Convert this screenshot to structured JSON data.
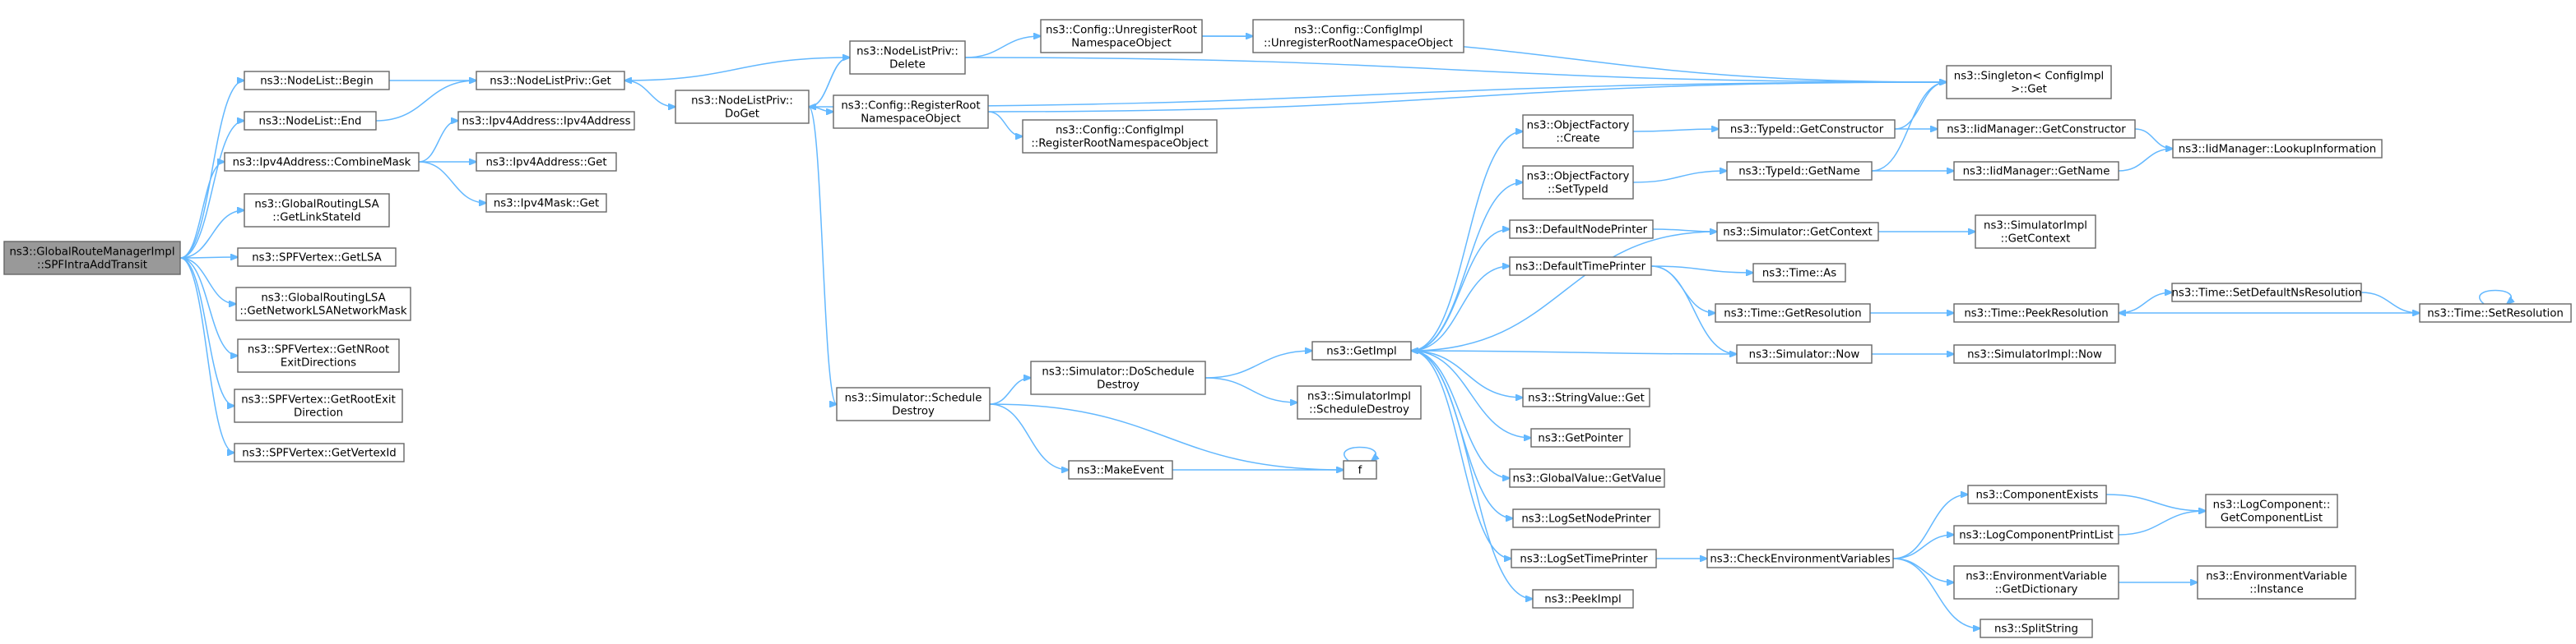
{
  "graph": {
    "nodes": [
      {
        "id": "root",
        "lines": [
          "ns3::GlobalRouteManagerImpl",
          "::SPFIntraAddTransit"
        ],
        "root": true
      },
      {
        "id": "nl_begin",
        "lines": [
          "ns3::NodeList::Begin"
        ]
      },
      {
        "id": "nl_end",
        "lines": [
          "ns3::NodeList::End"
        ]
      },
      {
        "id": "ipv4_cm",
        "lines": [
          "ns3::Ipv4Address::CombineMask"
        ]
      },
      {
        "id": "grlsa_link",
        "lines": [
          "ns3::GlobalRoutingLSA",
          "::GetLinkStateId"
        ]
      },
      {
        "id": "spf_getlsa",
        "lines": [
          "ns3::SPFVertex::GetLSA"
        ]
      },
      {
        "id": "grlsa_mask",
        "lines": [
          "ns3::GlobalRoutingLSA",
          "::GetNetworkLSANetworkMask"
        ]
      },
      {
        "id": "spf_nroot",
        "lines": [
          "ns3::SPFVertex::GetNRoot",
          "ExitDirections"
        ]
      },
      {
        "id": "spf_rootexit",
        "lines": [
          "ns3::SPFVertex::GetRootExit",
          "Direction"
        ]
      },
      {
        "id": "spf_vid",
        "lines": [
          "ns3::SPFVertex::GetVertexId"
        ]
      },
      {
        "id": "nlp_get",
        "lines": [
          "ns3::NodeListPriv::Get"
        ]
      },
      {
        "id": "ipv4_ctor",
        "lines": [
          "ns3::Ipv4Address::Ipv4Address"
        ]
      },
      {
        "id": "ipv4_get",
        "lines": [
          "ns3::Ipv4Address::Get"
        ]
      },
      {
        "id": "ipv4mask_get",
        "lines": [
          "ns3::Ipv4Mask::Get"
        ]
      },
      {
        "id": "nlp_doget",
        "lines": [
          "ns3::NodeListPriv::",
          "DoGet"
        ]
      },
      {
        "id": "nlp_delete",
        "lines": [
          "ns3::NodeListPriv::",
          "Delete"
        ]
      },
      {
        "id": "cfg_regroot",
        "lines": [
          "ns3::Config::RegisterRoot",
          "NamespaceObject"
        ]
      },
      {
        "id": "sim_sched",
        "lines": [
          "ns3::Simulator::Schedule",
          "Destroy"
        ]
      },
      {
        "id": "cfg_unreg",
        "lines": [
          "ns3::Config::UnregisterRoot",
          "NamespaceObject"
        ]
      },
      {
        "id": "cfgimpl_unreg",
        "lines": [
          "ns3::Config::ConfigImpl",
          "::UnregisterRootNamespaceObject"
        ]
      },
      {
        "id": "cfgimpl_reg",
        "lines": [
          "ns3::Config::ConfigImpl",
          "::RegisterRootNamespaceObject"
        ]
      },
      {
        "id": "singleton",
        "lines": [
          "ns3::Singleton< ConfigImpl",
          " >::Get"
        ]
      },
      {
        "id": "sim_dosched",
        "lines": [
          "ns3::Simulator::DoSchedule",
          "Destroy"
        ]
      },
      {
        "id": "simimpl_sched",
        "lines": [
          "ns3::SimulatorImpl",
          "::ScheduleDestroy"
        ]
      },
      {
        "id": "makeevent",
        "lines": [
          "ns3::MakeEvent"
        ]
      },
      {
        "id": "f",
        "lines": [
          "f"
        ]
      },
      {
        "id": "getimpl",
        "lines": [
          "ns3::GetImpl"
        ]
      },
      {
        "id": "of_create",
        "lines": [
          "ns3::ObjectFactory",
          "::Create"
        ]
      },
      {
        "id": "of_settype",
        "lines": [
          "ns3::ObjectFactory",
          "::SetTypeId"
        ]
      },
      {
        "id": "defnodeprinter",
        "lines": [
          "ns3::DefaultNodePrinter"
        ]
      },
      {
        "id": "deftimeprinter",
        "lines": [
          "ns3::DefaultTimePrinter"
        ]
      },
      {
        "id": "stringvalue_get",
        "lines": [
          "ns3::StringValue::Get"
        ]
      },
      {
        "id": "getpointer",
        "lines": [
          "ns3::GetPointer"
        ]
      },
      {
        "id": "globalvalue_get",
        "lines": [
          "ns3::GlobalValue::GetValue"
        ]
      },
      {
        "id": "logsetnode",
        "lines": [
          "ns3::LogSetNodePrinter"
        ]
      },
      {
        "id": "logsettime",
        "lines": [
          "ns3::LogSetTimePrinter"
        ]
      },
      {
        "id": "peekimpl",
        "lines": [
          "ns3::PeekImpl"
        ]
      },
      {
        "id": "typeid_getctor",
        "lines": [
          "ns3::TypeId::GetConstructor"
        ]
      },
      {
        "id": "typeid_getname",
        "lines": [
          "ns3::TypeId::GetName"
        ]
      },
      {
        "id": "iid_getctor",
        "lines": [
          "ns3::IidManager::GetConstructor"
        ]
      },
      {
        "id": "iid_getname",
        "lines": [
          "ns3::IidManager::GetName"
        ]
      },
      {
        "id": "iid_lookup",
        "lines": [
          "ns3::IidManager::LookupInformation"
        ]
      },
      {
        "id": "sim_getctx",
        "lines": [
          "ns3::Simulator::GetContext"
        ]
      },
      {
        "id": "simimpl_getctx",
        "lines": [
          "ns3::SimulatorImpl",
          "::GetContext"
        ]
      },
      {
        "id": "time_as",
        "lines": [
          "ns3::Time::As"
        ]
      },
      {
        "id": "time_getres",
        "lines": [
          "ns3::Time::GetResolution"
        ]
      },
      {
        "id": "sim_now",
        "lines": [
          "ns3::Simulator::Now"
        ]
      },
      {
        "id": "time_peekres",
        "lines": [
          "ns3::Time::PeekResolution"
        ]
      },
      {
        "id": "simimpl_now",
        "lines": [
          "ns3::SimulatorImpl::Now"
        ]
      },
      {
        "id": "time_setdefns",
        "lines": [
          "ns3::Time::SetDefaultNsResolution"
        ]
      },
      {
        "id": "time_setres",
        "lines": [
          "ns3::Time::SetResolution"
        ]
      },
      {
        "id": "checkenv",
        "lines": [
          "ns3::CheckEnvironmentVariables"
        ]
      },
      {
        "id": "compexists",
        "lines": [
          "ns3::ComponentExists"
        ]
      },
      {
        "id": "logcompprint",
        "lines": [
          "ns3::LogComponentPrintList"
        ]
      },
      {
        "id": "envvar_getdict",
        "lines": [
          "ns3::EnvironmentVariable",
          "::GetDictionary"
        ]
      },
      {
        "id": "splitstring",
        "lines": [
          "ns3::SplitString"
        ]
      },
      {
        "id": "logcomp_getlist",
        "lines": [
          "ns3::LogComponent::",
          "GetComponentList"
        ]
      },
      {
        "id": "envvar_instance",
        "lines": [
          "ns3::EnvironmentVariable",
          "::Instance"
        ]
      }
    ],
    "edges": [
      [
        "root",
        "nl_begin"
      ],
      [
        "root",
        "nl_end"
      ],
      [
        "root",
        "ipv4_cm"
      ],
      [
        "root",
        "grlsa_link"
      ],
      [
        "root",
        "spf_getlsa"
      ],
      [
        "root",
        "grlsa_mask"
      ],
      [
        "root",
        "spf_nroot"
      ],
      [
        "root",
        "spf_rootexit"
      ],
      [
        "root",
        "spf_vid"
      ],
      [
        "nl_begin",
        "nlp_get"
      ],
      [
        "nl_end",
        "nlp_get"
      ],
      [
        "ipv4_cm",
        "ipv4_ctor"
      ],
      [
        "ipv4_cm",
        "ipv4_get"
      ],
      [
        "ipv4_cm",
        "ipv4mask_get"
      ],
      [
        "nlp_get",
        "nlp_doget"
      ],
      [
        "nlp_doget",
        "nlp_delete"
      ],
      [
        "nlp_doget",
        "cfg_regroot"
      ],
      [
        "nlp_doget",
        "sim_sched"
      ],
      [
        "nlp_doget",
        "singleton"
      ],
      [
        "nlp_delete",
        "nlp_get"
      ],
      [
        "nlp_delete",
        "nlp_doget"
      ],
      [
        "nlp_delete",
        "cfg_unreg"
      ],
      [
        "nlp_delete",
        "singleton"
      ],
      [
        "cfg_unreg",
        "cfgimpl_unreg"
      ],
      [
        "cfg_unreg",
        "singleton"
      ],
      [
        "cfg_regroot",
        "cfgimpl_reg"
      ],
      [
        "cfg_regroot",
        "singleton"
      ],
      [
        "sim_sched",
        "sim_dosched"
      ],
      [
        "sim_sched",
        "makeevent"
      ],
      [
        "sim_sched",
        "f"
      ],
      [
        "sim_dosched",
        "getimpl"
      ],
      [
        "sim_dosched",
        "simimpl_sched"
      ],
      [
        "makeevent",
        "f"
      ],
      [
        "f",
        "f"
      ],
      [
        "getimpl",
        "of_create"
      ],
      [
        "getimpl",
        "of_settype"
      ],
      [
        "getimpl",
        "defnodeprinter"
      ],
      [
        "getimpl",
        "deftimeprinter"
      ],
      [
        "getimpl",
        "stringvalue_get"
      ],
      [
        "getimpl",
        "getpointer"
      ],
      [
        "getimpl",
        "globalvalue_get"
      ],
      [
        "getimpl",
        "logsetnode"
      ],
      [
        "getimpl",
        "logsettime"
      ],
      [
        "getimpl",
        "peekimpl"
      ],
      [
        "of_create",
        "typeid_getctor"
      ],
      [
        "of_settype",
        "typeid_getname"
      ],
      [
        "typeid_getctor",
        "iid_getctor"
      ],
      [
        "typeid_getctor",
        "singleton"
      ],
      [
        "typeid_getname",
        "iid_getname"
      ],
      [
        "typeid_getname",
        "singleton"
      ],
      [
        "iid_getctor",
        "iid_lookup"
      ],
      [
        "iid_getname",
        "iid_lookup"
      ],
      [
        "defnodeprinter",
        "sim_getctx"
      ],
      [
        "sim_getctx",
        "getimpl"
      ],
      [
        "sim_getctx",
        "simimpl_getctx"
      ],
      [
        "deftimeprinter",
        "time_as"
      ],
      [
        "deftimeprinter",
        "time_getres"
      ],
      [
        "deftimeprinter",
        "sim_now"
      ],
      [
        "time_getres",
        "time_peekres"
      ],
      [
        "sim_now",
        "getimpl"
      ],
      [
        "sim_now",
        "simimpl_now"
      ],
      [
        "time_peekres",
        "time_setdefns"
      ],
      [
        "time_setdefns",
        "time_setres"
      ],
      [
        "time_setres",
        "time_peekres"
      ],
      [
        "time_setres",
        "time_setres"
      ],
      [
        "logsettime",
        "checkenv"
      ],
      [
        "checkenv",
        "compexists"
      ],
      [
        "checkenv",
        "logcompprint"
      ],
      [
        "checkenv",
        "envvar_getdict"
      ],
      [
        "checkenv",
        "splitstring"
      ],
      [
        "compexists",
        "logcomp_getlist"
      ],
      [
        "logcompprint",
        "logcomp_getlist"
      ],
      [
        "envvar_getdict",
        "envvar_instance"
      ]
    ]
  }
}
